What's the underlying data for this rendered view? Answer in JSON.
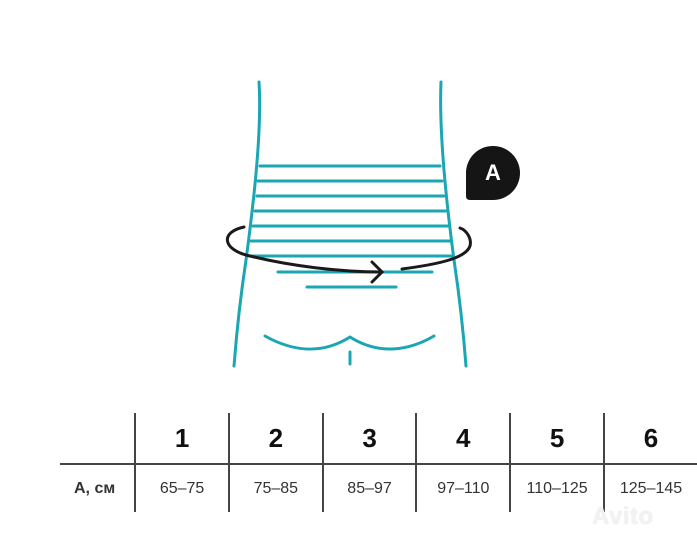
{
  "diagram": {
    "title": "Waist measurement diagram",
    "measure_label": "A",
    "colors": {
      "torso": "#1aa6b2",
      "arrow": "#1a1a1a",
      "badge": "#151515",
      "badge_text": "#ffffff"
    },
    "band_lines": 8
  },
  "size_table": {
    "row_label": "А, см",
    "sizes": [
      "1",
      "2",
      "3",
      "4",
      "5",
      "6"
    ],
    "ranges": [
      "65–75",
      "75–85",
      "85–97",
      "97–110",
      "110–125",
      "125–145"
    ]
  },
  "chart_data": {
    "type": "table",
    "title": "Size chart by waist circumference",
    "columns": [
      "",
      "1",
      "2",
      "3",
      "4",
      "5",
      "6"
    ],
    "rows": [
      [
        "А, см",
        "65–75",
        "75–85",
        "85–97",
        "97–110",
        "110–125",
        "125–145"
      ]
    ]
  },
  "watermark": "Avito"
}
